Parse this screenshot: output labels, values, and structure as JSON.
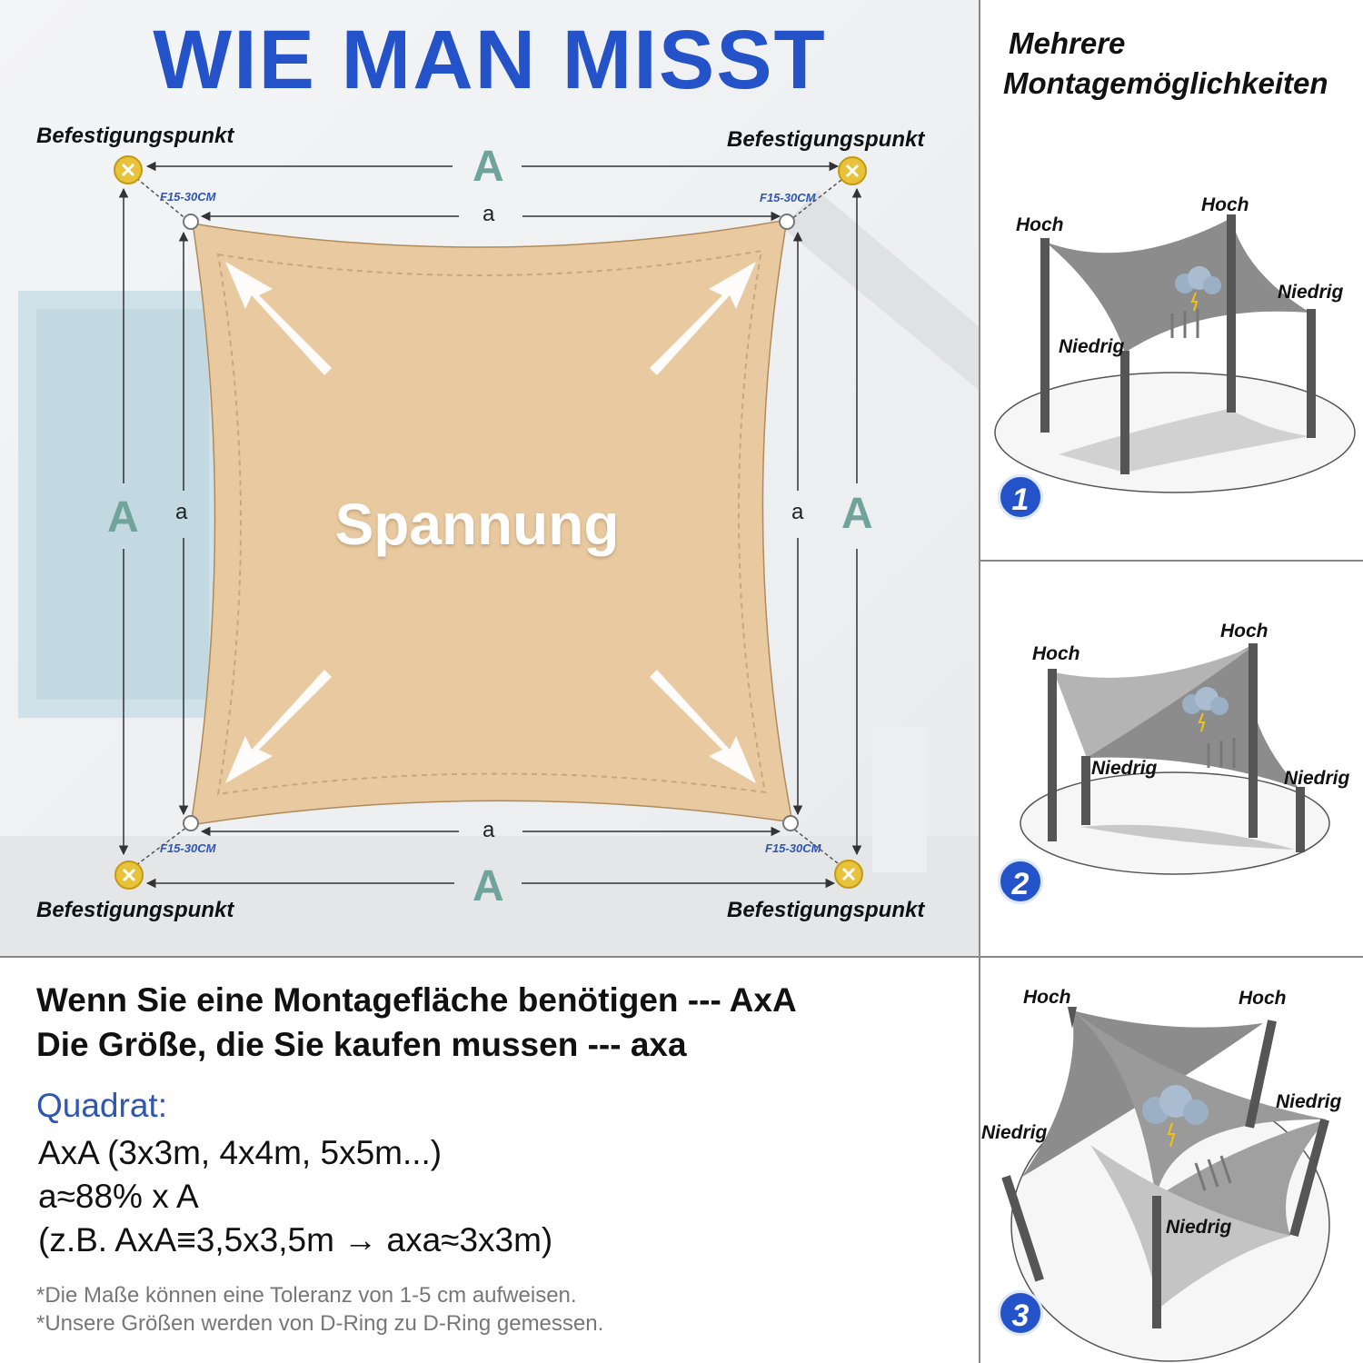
{
  "title": "WIE MAN MISST",
  "fixpoint_labels": [
    "Befestigungspunkt",
    "Befestigungspunkt",
    "Befestigungspunkt",
    "Befestigungspunkt"
  ],
  "dimension_big": "A",
  "dimension_small": "a",
  "ring_distance": "F15-30CM",
  "sail_text": "Spannung",
  "side_title_lines": [
    "Mehrere",
    "Montagemöglichkeiten"
  ],
  "options": [
    {
      "number": "1",
      "labels": [
        "Hoch",
        "Hoch",
        "Niedrig",
        "Niedrig"
      ]
    },
    {
      "number": "2",
      "labels": [
        "Hoch",
        "Hoch",
        "Niedrig",
        "Niedrig"
      ]
    },
    {
      "number": "3",
      "labels": [
        "Hoch",
        "Hoch",
        "Niedrig",
        "Niedrig",
        "Niedrig"
      ]
    }
  ],
  "info": {
    "line1": "Wenn Sie eine Montagefläche benötigen --- AxA",
    "line2": "Die Größe, die Sie kaufen mussen --- axa",
    "shape": "Quadrat:",
    "example_sizes": "AxA (3x3m, 4x4m, 5x5m...)",
    "ratio": "a≈88% x A",
    "example": "(z.B. AxA≡3,5x3,5m → axa≈3x3m)",
    "note1": "*Die Maße können eine Toleranz von 1-5 cm aufweisen.",
    "note2": "*Unsere Größen werden von D-Ring zu D-Ring gemessen."
  },
  "colors": {
    "title_blue": "#2452c8",
    "sail": "#e8c9a0",
    "dimension_teal": "#6fa39b",
    "anchor_yellow": "#e8c23a",
    "canopy_gray": "#8c8c8c",
    "pole_gray": "#555555"
  },
  "icons": [
    "cross-anchor-icon",
    "d-ring-icon",
    "tension-arrow-icon",
    "storm-cloud-icon",
    "wind-arrow-icon"
  ]
}
